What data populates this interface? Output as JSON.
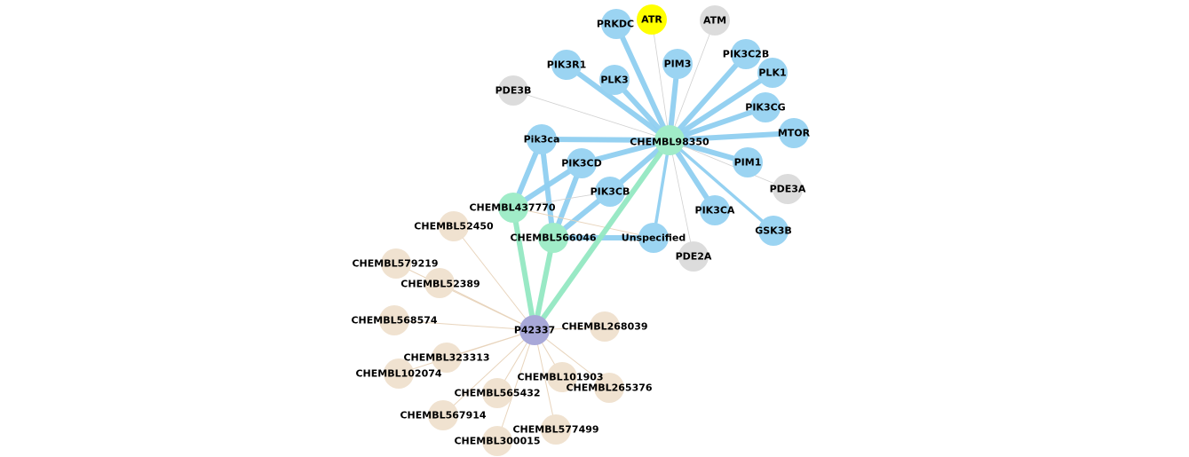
{
  "colors": {
    "compound": "#a0ecc8",
    "target": "#9bd4f2",
    "off_target": "#dcdcdc",
    "highlight": "#ffff00",
    "protein": "#a8a8d8",
    "ligand": "#f0e2d0",
    "edge_target": "#8fcff0",
    "edge_compound": "#94e8c2",
    "edge_thin": "#d0d0d0",
    "edge_ligand": "#e8d4bc"
  },
  "nodes": [
    {
      "id": "CHEMBL98350",
      "label": "CHEMBL98350",
      "kind": "compound"
    },
    {
      "id": "ATR",
      "label": "ATR",
      "kind": "highlight"
    },
    {
      "id": "ATM",
      "label": "ATM",
      "kind": "off_target"
    },
    {
      "id": "PRKDC",
      "label": "PRKDC",
      "kind": "target"
    },
    {
      "id": "PIK3R1",
      "label": "PIK3R1",
      "kind": "target"
    },
    {
      "id": "PLK3",
      "label": "PLK3",
      "kind": "target"
    },
    {
      "id": "PIM3",
      "label": "PIM3",
      "kind": "target"
    },
    {
      "id": "PIK3C2B",
      "label": "PIK3C2B",
      "kind": "target"
    },
    {
      "id": "PLK1",
      "label": "PLK1",
      "kind": "target"
    },
    {
      "id": "PIK3CG",
      "label": "PIK3CG",
      "kind": "target"
    },
    {
      "id": "MTOR",
      "label": "MTOR",
      "kind": "target"
    },
    {
      "id": "PIM1",
      "label": "PIM1",
      "kind": "target"
    },
    {
      "id": "PDE3A",
      "label": "PDE3A",
      "kind": "off_target"
    },
    {
      "id": "PIK3CA",
      "label": "PIK3CA",
      "kind": "target"
    },
    {
      "id": "GSK3B",
      "label": "GSK3B",
      "kind": "target"
    },
    {
      "id": "PDE2A",
      "label": "PDE2A",
      "kind": "off_target"
    },
    {
      "id": "Unspecified",
      "label": "Unspecified",
      "kind": "target"
    },
    {
      "id": "PDE3B",
      "label": "PDE3B",
      "kind": "off_target"
    },
    {
      "id": "Pik3ca",
      "label": "Pik3ca",
      "kind": "target"
    },
    {
      "id": "PIK3CD",
      "label": "PIK3CD",
      "kind": "target"
    },
    {
      "id": "PIK3CB",
      "label": "PIK3CB",
      "kind": "target"
    },
    {
      "id": "CHEMBL437770",
      "label": "CHEMBL437770",
      "kind": "compound"
    },
    {
      "id": "CHEMBL566046",
      "label": "CHEMBL566046",
      "kind": "compound"
    },
    {
      "id": "P42337",
      "label": "P42337",
      "kind": "protein"
    },
    {
      "id": "CHEMBL52450",
      "label": "CHEMBL52450",
      "kind": "ligand"
    },
    {
      "id": "CHEMBL579219",
      "label": "CHEMBL579219",
      "kind": "ligand"
    },
    {
      "id": "CHEMBL52389",
      "label": "CHEMBL52389",
      "kind": "ligand"
    },
    {
      "id": "CHEMBL568574",
      "label": "CHEMBL568574",
      "kind": "ligand"
    },
    {
      "id": "CHEMBL268039",
      "label": "CHEMBL268039",
      "kind": "ligand"
    },
    {
      "id": "CHEMBL323313",
      "label": "CHEMBL323313",
      "kind": "ligand"
    },
    {
      "id": "CHEMBL102074",
      "label": "CHEMBL102074",
      "kind": "ligand"
    },
    {
      "id": "CHEMBL101903",
      "label": "CHEMBL101903",
      "kind": "ligand"
    },
    {
      "id": "CHEMBL265376",
      "label": "CHEMBL265376",
      "kind": "ligand"
    },
    {
      "id": "CHEMBL565432",
      "label": "CHEMBL565432",
      "kind": "ligand"
    },
    {
      "id": "CHEMBL567914",
      "label": "CHEMBL567914",
      "kind": "ligand"
    },
    {
      "id": "CHEMBL577499",
      "label": "CHEMBL577499",
      "kind": "ligand"
    },
    {
      "id": "CHEMBL300015",
      "label": "CHEMBL300015",
      "kind": "ligand"
    }
  ],
  "edges": [
    [
      "CHEMBL98350",
      "PRKDC",
      "target"
    ],
    [
      "CHEMBL98350",
      "PIK3R1",
      "target"
    ],
    [
      "CHEMBL98350",
      "PLK3",
      "target"
    ],
    [
      "CHEMBL98350",
      "PIM3",
      "target"
    ],
    [
      "CHEMBL98350",
      "PIK3C2B",
      "target"
    ],
    [
      "CHEMBL98350",
      "PLK1",
      "target"
    ],
    [
      "CHEMBL98350",
      "PIK3CG",
      "target"
    ],
    [
      "CHEMBL98350",
      "MTOR",
      "target"
    ],
    [
      "CHEMBL98350",
      "PIM1",
      "target"
    ],
    [
      "CHEMBL98350",
      "PIK3CA",
      "target"
    ],
    [
      "CHEMBL98350",
      "GSK3B",
      "target_mid"
    ],
    [
      "CHEMBL98350",
      "Pik3ca",
      "target"
    ],
    [
      "CHEMBL98350",
      "PIK3CD",
      "target"
    ],
    [
      "CHEMBL98350",
      "PIK3CB",
      "target"
    ],
    [
      "CHEMBL98350",
      "Unspecified",
      "target_mid"
    ],
    [
      "CHEMBL98350",
      "ATR",
      "thin"
    ],
    [
      "CHEMBL98350",
      "ATM",
      "thin"
    ],
    [
      "CHEMBL98350",
      "PDE3B",
      "thin"
    ],
    [
      "CHEMBL98350",
      "PDE3A",
      "thin"
    ],
    [
      "CHEMBL98350",
      "PDE2A",
      "thin"
    ],
    [
      "Pik3ca",
      "CHEMBL437770",
      "target"
    ],
    [
      "Pik3ca",
      "CHEMBL566046",
      "target"
    ],
    [
      "PIK3CD",
      "CHEMBL437770",
      "target"
    ],
    [
      "PIK3CD",
      "CHEMBL566046",
      "target"
    ],
    [
      "PIK3CB",
      "CHEMBL566046",
      "target"
    ],
    [
      "CHEMBL566046",
      "Unspecified",
      "target"
    ],
    [
      "CHEMBL437770",
      "PIK3CB",
      "thin"
    ],
    [
      "CHEMBL437770",
      "Unspecified",
      "thin_ligand"
    ],
    [
      "CHEMBL437770",
      "P42337",
      "compound"
    ],
    [
      "CHEMBL566046",
      "P42337",
      "compound"
    ],
    [
      "CHEMBL98350",
      "P42337",
      "compound"
    ],
    [
      "P42337",
      "CHEMBL52450",
      "ligand"
    ],
    [
      "P42337",
      "CHEMBL579219",
      "ligand"
    ],
    [
      "P42337",
      "CHEMBL52389",
      "ligand"
    ],
    [
      "P42337",
      "CHEMBL568574",
      "ligand"
    ],
    [
      "P42337",
      "CHEMBL268039",
      "ligand"
    ],
    [
      "P42337",
      "CHEMBL323313",
      "ligand"
    ],
    [
      "P42337",
      "CHEMBL102074",
      "ligand"
    ],
    [
      "P42337",
      "CHEMBL101903",
      "ligand"
    ],
    [
      "P42337",
      "CHEMBL265376",
      "ligand"
    ],
    [
      "P42337",
      "CHEMBL565432",
      "ligand"
    ],
    [
      "P42337",
      "CHEMBL567914",
      "ligand"
    ],
    [
      "P42337",
      "CHEMBL577499",
      "ligand"
    ],
    [
      "P42337",
      "CHEMBL300015",
      "ligand"
    ]
  ]
}
